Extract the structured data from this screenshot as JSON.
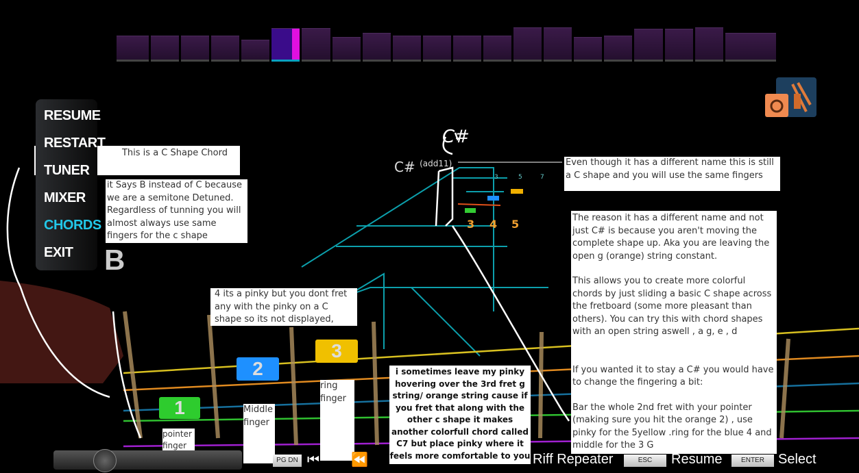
{
  "progress": {
    "segments": 21,
    "active_index": 5,
    "accent": "#e010e0"
  },
  "menu": {
    "items": [
      {
        "label": "RESUME"
      },
      {
        "label": "RESTART"
      },
      {
        "label": "TUNER"
      },
      {
        "label": "MIXER"
      },
      {
        "label": "CHORDS",
        "selected": true
      },
      {
        "label": "EXIT"
      }
    ],
    "selected_color": "#22c7e8"
  },
  "chord": {
    "name": "C#",
    "suffix": "(add11)",
    "handwritten": "C#",
    "fret_numbers": [
      "3",
      "5",
      "7"
    ],
    "lane_numbers": [
      "3",
      "4",
      "5"
    ],
    "left_note": "B"
  },
  "fingers": [
    {
      "label": "1",
      "color": "#2ecc2e"
    },
    {
      "label": "2",
      "color": "#1e90ff"
    },
    {
      "label": "3",
      "color": "#f0c000"
    }
  ],
  "annotations": {
    "title": "This is a C Shape Chord",
    "detune": "it Says B instead of C because we are a semitone Detuned. Regardless of tunning you will almost always use same fingers for the c shape",
    "same_shape": "Even though it has a different name this is still a C shape and you will use the same fingers",
    "reason_p1": "The reason it has a different name and not just C# is because you aren't moving the complete shape up. Aka you are leaving the open g (orange) string constant.",
    "reason_p2": "This allows you to create more colorful chords by just sliding a basic C shape across the fretboard (some more pleasant than others). You can try this with chord shapes with an open string aswell , a g, e , d",
    "reason_p3": "If you wanted it to stay a C# you would have to change the fingering a bit:",
    "reason_p4": "Bar the whole 2nd fret with your pointer (making sure you hit the orange 2) , use pinky for the 5yellow .ring for the blue 4 and middle for the 3 G",
    "pinky": "4 its a pinky but you dont fret any with the pinky on a C shape so its not displayed,",
    "c7": "i sometimes leave my pinky hovering over the 3rd fret g string/ orange string cause if you fret that along with the other c shape it makes another colorfull chord called C7 but place pinky where it feels more comfortable to you",
    "pointer": "pointer finger",
    "middle": "Middle finger",
    "ring": "ring finger"
  },
  "bottom_bar": {
    "pgdn": "PG DN",
    "riff_repeater": "Riff Repeater",
    "esc": "ESC",
    "resume": "Resume",
    "enter": "ENTER",
    "select": "Select",
    "slider_value": 0.24
  }
}
